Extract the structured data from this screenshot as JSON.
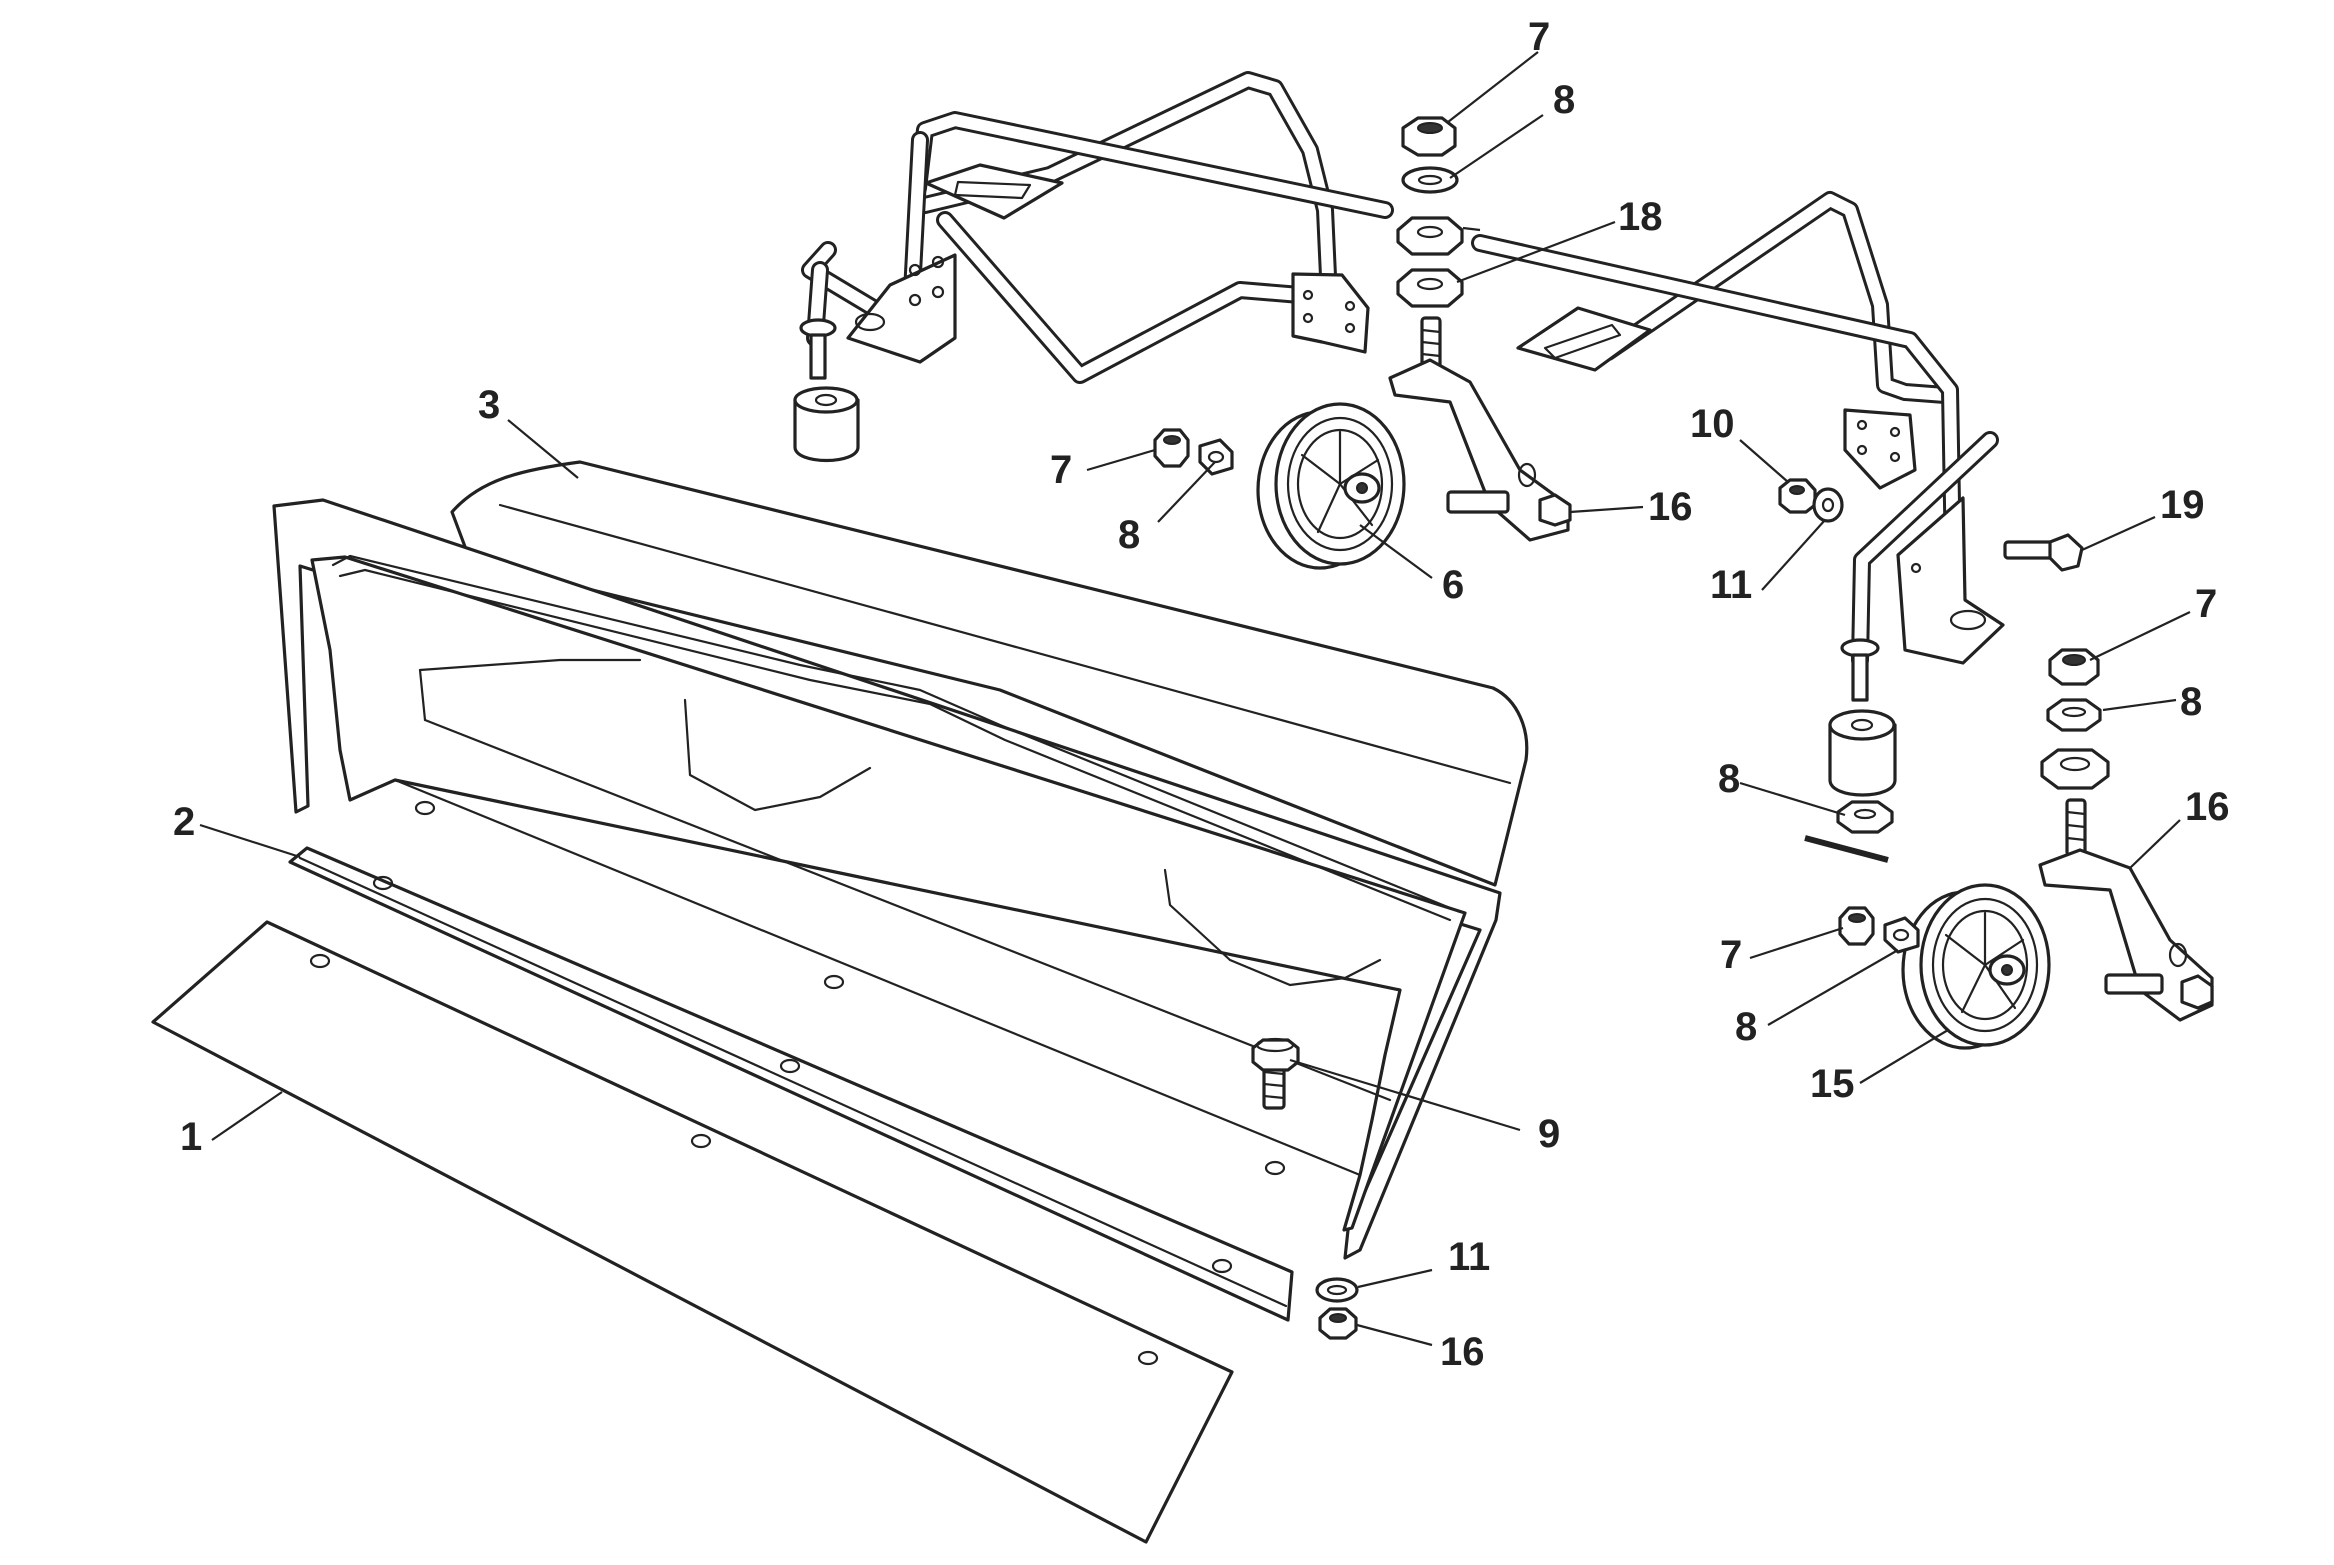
{
  "callouts": [
    {
      "label": "7"
    },
    {
      "label": "8"
    },
    {
      "label": "18"
    },
    {
      "label": "3"
    },
    {
      "label": "7"
    },
    {
      "label": "8"
    },
    {
      "label": "6"
    },
    {
      "label": "16"
    },
    {
      "label": "10"
    },
    {
      "label": "11"
    },
    {
      "label": "19"
    },
    {
      "label": "7"
    },
    {
      "label": "8"
    },
    {
      "label": "8"
    },
    {
      "label": "16"
    },
    {
      "label": "2"
    },
    {
      "label": "7"
    },
    {
      "label": "8"
    },
    {
      "label": "15"
    },
    {
      "label": "1"
    },
    {
      "label": "9"
    },
    {
      "label": "11"
    },
    {
      "label": "16"
    }
  ],
  "colors": {
    "line": "#222222",
    "background": "#ffffff"
  }
}
